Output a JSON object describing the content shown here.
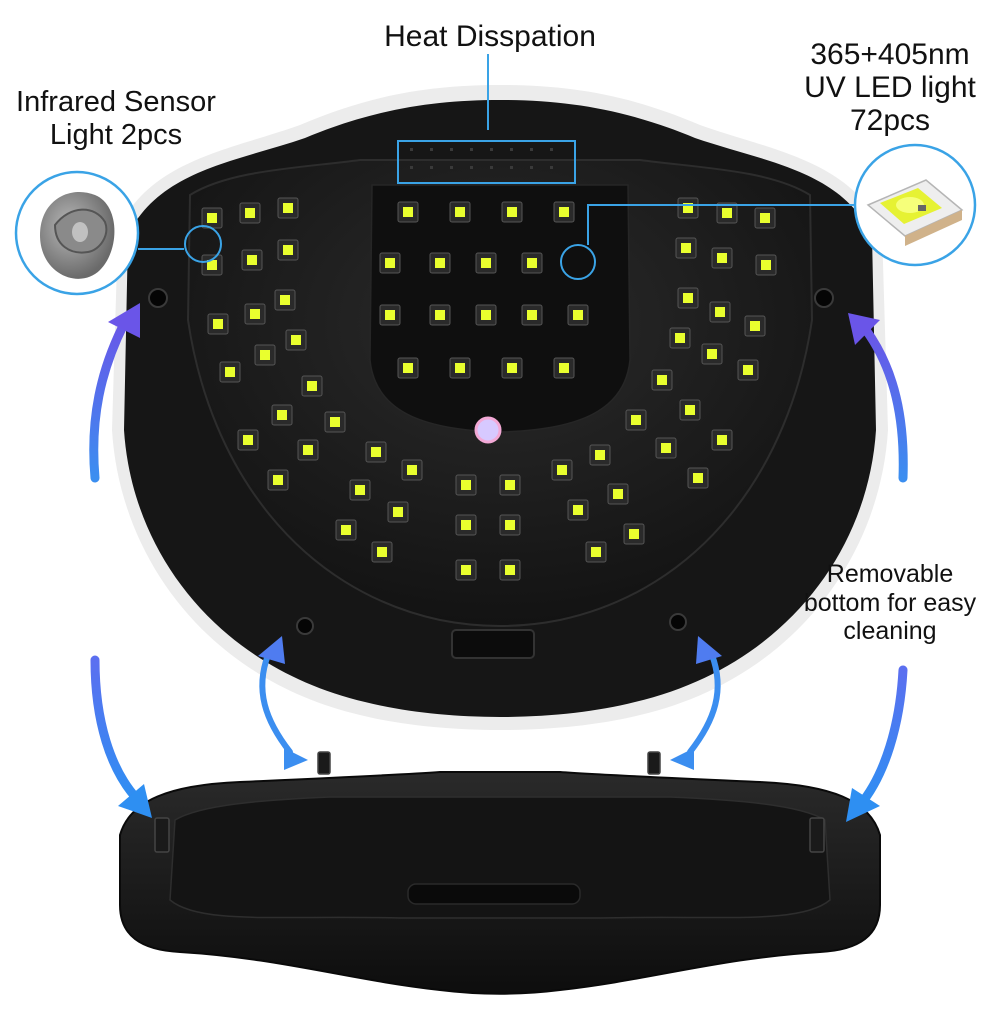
{
  "labels": {
    "heat_dissipation": "Heat Disspation",
    "infrared_sensor": [
      "Infrared Sensor",
      "Light 2pcs"
    ],
    "uv_led": [
      "365+405nm",
      "UV LED light",
      "72pcs"
    ],
    "removable_bottom": [
      "Removable",
      "bottom for easy",
      "cleaning"
    ]
  },
  "colors": {
    "lamp_body": "#161616",
    "lamp_rim": "#ececec",
    "led_glow": "#e9ff2e",
    "callout_line": "#3aa3e6",
    "arrow_blue": "#3b8ef0",
    "arrow_violet": "#6a55e8"
  },
  "icons": {
    "sensor_zoom": "infrared-sensor-zoom-icon",
    "led_zoom": "uv-led-chip-zoom-icon",
    "arrows": "curved-arrow-icon"
  }
}
